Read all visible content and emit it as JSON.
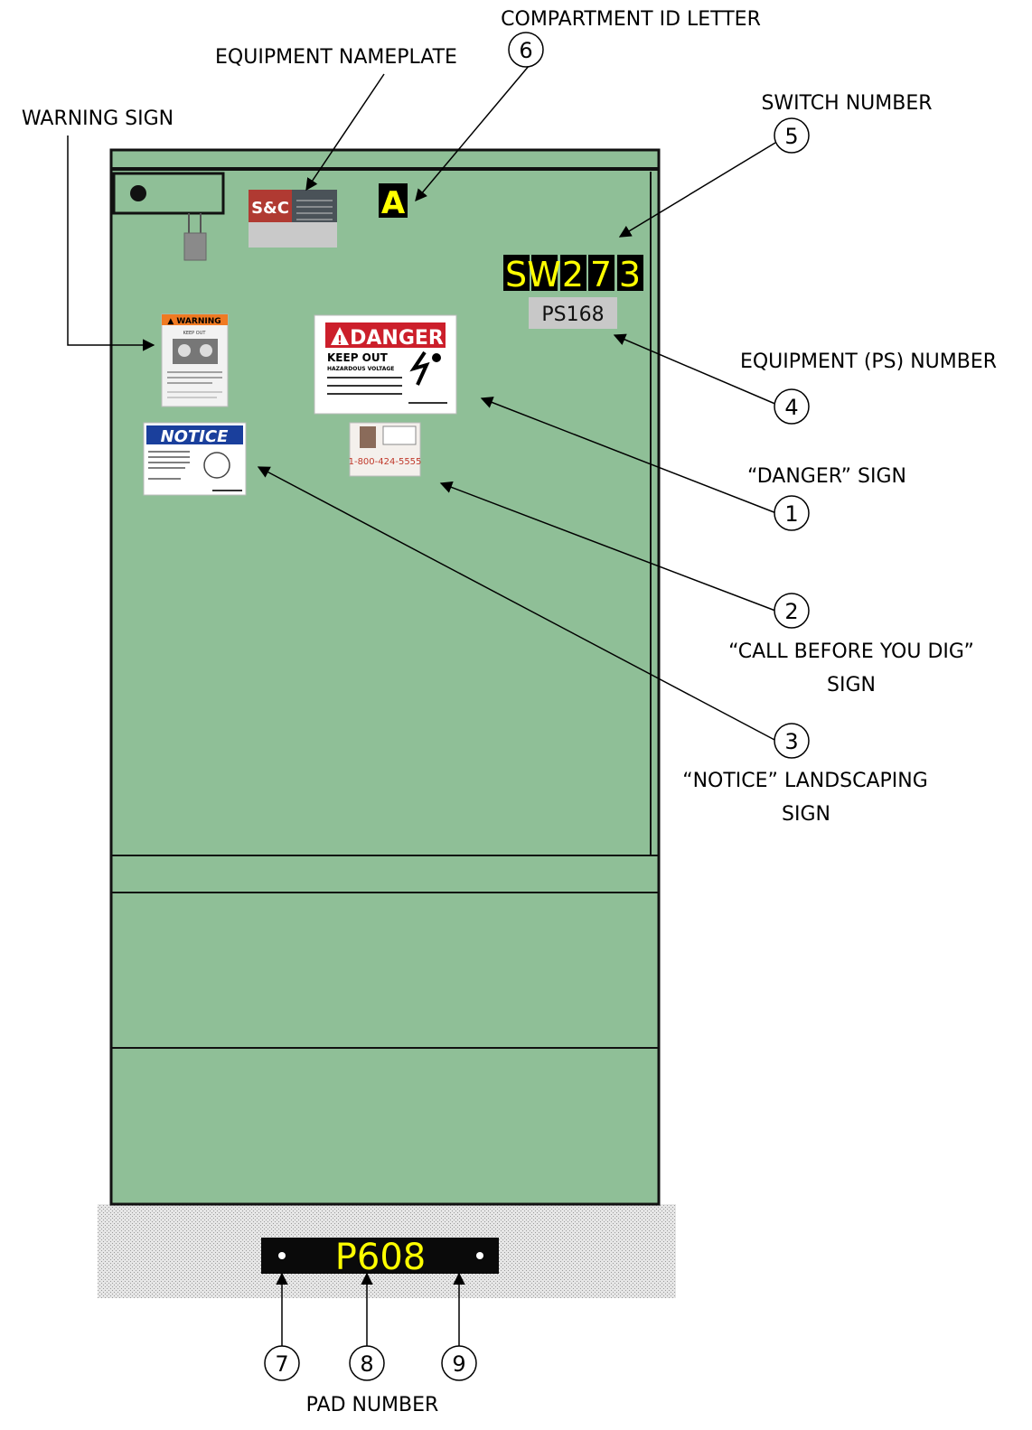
{
  "callouts": {
    "compartment_id_letter": {
      "number": "6",
      "label": "COMPARTMENT ID LETTER"
    },
    "equipment_nameplate": {
      "label": "EQUIPMENT NAMEPLATE"
    },
    "warning_sign": {
      "label": "WARNING SIGN"
    },
    "switch_number": {
      "number": "5",
      "label": "SWITCH NUMBER"
    },
    "equipment_ps_number": {
      "number": "4",
      "label": "EQUIPMENT (PS) NUMBER"
    },
    "danger_sign": {
      "number": "1",
      "label": "“DANGER” SIGN"
    },
    "call_before_you_dig": {
      "number": "2",
      "label_line1": "“CALL BEFORE YOU DIG”",
      "label_line2": "SIGN"
    },
    "notice_landscaping": {
      "number": "3",
      "label_line1": "“NOTICE” LANDSCAPING",
      "label_line2": "SIGN"
    },
    "pad": {
      "numbers": [
        "7",
        "8",
        "9"
      ],
      "label": "PAD NUMBER"
    }
  },
  "equipment": {
    "compartment_letter": "A",
    "switch_number": [
      "S",
      "W",
      "2",
      "7",
      "3"
    ],
    "ps_number": "PS168",
    "pad_number": "P608",
    "nameplate_logo": "S&C"
  },
  "signs": {
    "warning": {
      "header": "▲ WARNING",
      "sub": "KEEP OUT"
    },
    "danger": {
      "header": "DANGER",
      "line1": "KEEP OUT",
      "line2": "HAZARDOUS VOLTAGE"
    },
    "notice": {
      "header": "NOTICE"
    },
    "dig": {
      "phone": "1-800-424-5555"
    }
  },
  "colors": {
    "cabinet_green": "#8fbf97",
    "outline": "#111111",
    "number_yellow": "#ffff00",
    "danger_red": "#cc1f2b",
    "notice_blue": "#1a3f9c",
    "warning_orange": "#f07a22"
  }
}
